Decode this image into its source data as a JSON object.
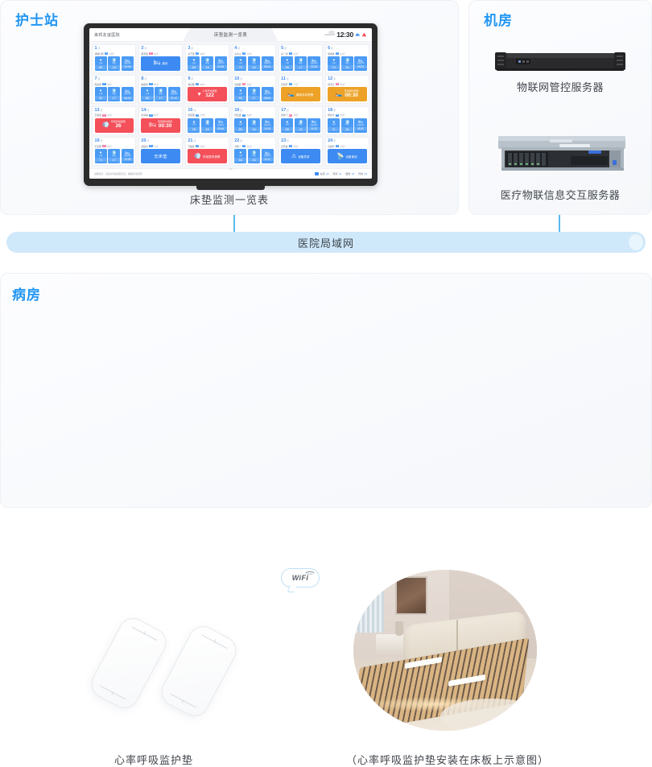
{
  "panels": {
    "nurse_station": {
      "title": "护士站",
      "caption": "床垫监测一览表"
    },
    "server_room": {
      "title": "机房",
      "server1_caption": "物联网管控服务器",
      "server2_caption": "医疗物联信息交互服务器"
    },
    "ward": {
      "title": "病房",
      "pad_caption": "心率呼吸监护垫",
      "bed_caption": "（心率呼吸监护垫安装在床板上示意图）",
      "wifi_label": "WiFi"
    }
  },
  "network": {
    "label": "医院局域网"
  },
  "screen": {
    "hospital": "来邦友谊医院",
    "tab_title": "床垫监测一览表",
    "date_line1": "星期二",
    "date_line2": "2025/02/21",
    "time": "12:30",
    "footer_note": "温馨提示：请及时查看报警信息，确保及时处理！",
    "pager": "‹ 1/2 ›",
    "stats": [
      {
        "label": "在床",
        "value": "20"
      },
      {
        "label": "离床",
        "value": "01"
      },
      {
        "label": "报警",
        "value": "03"
      },
      {
        "label": "异常",
        "value": "02"
      }
    ],
    "metric_labels": {
      "heart": "心率",
      "breath": "呼吸",
      "time": "在床时间"
    },
    "beds": [
      {
        "no": "1",
        "unit": "床",
        "name": "谭翻凡明",
        "sex": "男",
        "age": "76岁",
        "type": "metrics",
        "heart": "80",
        "breath": "16",
        "time": "10:26"
      },
      {
        "no": "2",
        "unit": "床",
        "name": "董若函",
        "sex": "女",
        "age": "54岁",
        "type": "banner",
        "color": "blue",
        "icon": "bed",
        "text": "离床"
      },
      {
        "no": "3",
        "unit": "床",
        "name": "彭万里",
        "sex": "男",
        "age": "59岁",
        "type": "metrics",
        "heart": "69",
        "breath": "18",
        "time": "09:35"
      },
      {
        "no": "4",
        "unit": "床",
        "name": "高木山",
        "sex": "男",
        "age": "79岁",
        "type": "metrics",
        "heart": "70",
        "breath": "16",
        "time": "08:34"
      },
      {
        "no": "5",
        "unit": "床",
        "name": "岳一德",
        "sex": "男",
        "age": "61岁",
        "type": "metrics",
        "heart": "66",
        "breath": "17",
        "time": "12:06"
      },
      {
        "no": "6",
        "unit": "床",
        "name": "谢坤林",
        "sex": "男",
        "age": "62岁",
        "type": "metrics",
        "heart": "74",
        "breath": "16",
        "time": "09:23"
      },
      {
        "no": "7",
        "unit": "床",
        "name": "陈加峰",
        "sex": "男",
        "age": "59岁",
        "type": "metrics",
        "heart": "90",
        "breath": "17",
        "time": "06:02"
      },
      {
        "no": "8",
        "unit": "床",
        "name": "柳能帅",
        "sex": "男",
        "age": "66岁",
        "type": "metrics",
        "heart": "85",
        "breath": "17",
        "time": "07:47"
      },
      {
        "no": "9",
        "unit": "床",
        "name": "林高雅",
        "sex": "男",
        "age": "80岁",
        "type": "banner",
        "color": "red",
        "icon": "heart",
        "label": "心率异常报警",
        "big": "122"
      },
      {
        "no": "10",
        "unit": "床",
        "name": "吴斌鹏",
        "sex": "女",
        "age": "60岁",
        "type": "metrics",
        "heart": "82",
        "breath": "17",
        "time": "08:34"
      },
      {
        "no": "11",
        "unit": "床",
        "name": "贾熙升",
        "sex": "男",
        "age": "77岁",
        "type": "banner",
        "color": "orange",
        "icon": "person",
        "text": "躺姿体动报警"
      },
      {
        "no": "12",
        "unit": "床",
        "name": "林玉高",
        "sex": "女",
        "age": "58岁",
        "type": "banner",
        "color": "orange",
        "icon": "person",
        "label": "离床超时报警",
        "big": "00:30"
      },
      {
        "no": "13",
        "unit": "床",
        "name": "王楚强",
        "sex": "女",
        "age": "63岁",
        "type": "banner",
        "color": "red",
        "icon": "breath",
        "label": "呼吸异常报警",
        "big": "26"
      },
      {
        "no": "14",
        "unit": "床",
        "name": "武海城",
        "sex": "男",
        "age": "66岁",
        "type": "banner",
        "color": "red",
        "icon": "bed",
        "label": "离床超时报警",
        "big": "00:30"
      },
      {
        "no": "15",
        "unit": "床",
        "name": "张振国",
        "sex": "男",
        "age": "70岁",
        "type": "metrics",
        "heart": "78",
        "breath": "15",
        "time": "09:46"
      },
      {
        "no": "16",
        "unit": "床",
        "name": "徐宏鑫",
        "sex": "男",
        "age": "62岁",
        "type": "metrics",
        "heart": "80",
        "breath": "16",
        "time": "10:26"
      },
      {
        "no": "17",
        "unit": "床",
        "name": "武前飞",
        "sex": "女",
        "age": "63岁",
        "type": "metrics",
        "heart": "85",
        "breath": "15",
        "time": "11:32"
      },
      {
        "no": "18",
        "unit": "床",
        "name": "杨志平",
        "sex": "男",
        "age": "66岁",
        "type": "metrics",
        "heart": "71",
        "breath": "18",
        "time": "08:32"
      },
      {
        "no": "19",
        "unit": "床",
        "name": "王宏豫",
        "sex": "女",
        "age": "65岁",
        "type": "metrics",
        "heart": "71",
        "breath": "17",
        "time": "12:28"
      },
      {
        "no": "20",
        "unit": "床",
        "name": "薛俊杰",
        "sex": "男",
        "age": "72岁",
        "type": "banner",
        "color": "blue",
        "icon": "none",
        "text": "无床垫"
      },
      {
        "no": "21",
        "unit": "床",
        "name": "万敏贤",
        "sex": "男",
        "age": "60岁",
        "type": "banner",
        "color": "red",
        "icon": "breath",
        "text": "呼吸暂停报警"
      },
      {
        "no": "22",
        "unit": "床",
        "name": "方鼎一",
        "sex": "男",
        "age": "63岁",
        "type": "metrics",
        "heart": "84",
        "breath": "16",
        "time": "11:21"
      },
      {
        "no": "23",
        "unit": "床",
        "name": "彭晓俊",
        "sex": "男",
        "age": "63岁",
        "type": "banner",
        "color": "blue",
        "icon": "warning",
        "text": "设备异常"
      },
      {
        "no": "24",
        "unit": "床",
        "name": "闫震鸣",
        "sex": "男",
        "age": "65岁",
        "type": "banner",
        "color": "blue",
        "icon": "offline",
        "text": "设备离线"
      }
    ]
  }
}
